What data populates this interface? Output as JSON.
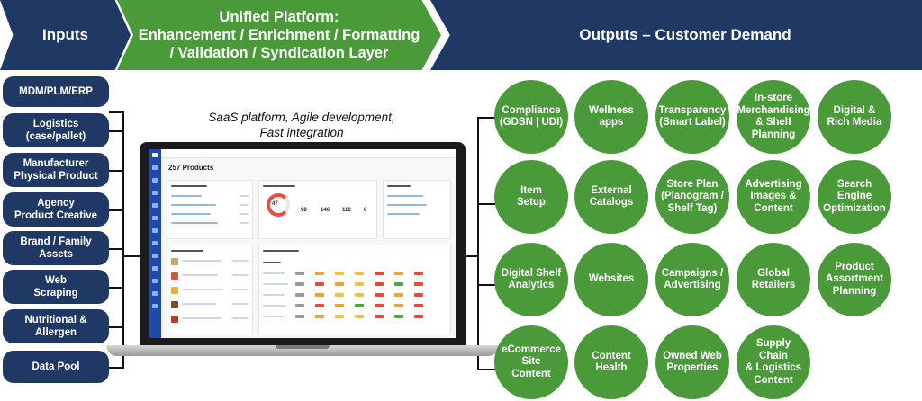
{
  "header": {
    "inputs": "Inputs",
    "platform_lines": [
      "Unified Platform:",
      "Enhancement / Enrichment / Formatting",
      "/ Validation / Syndication Layer"
    ],
    "outputs": "Outputs – Customer Demand"
  },
  "inputs": [
    [
      "MDM/PLM/ERP"
    ],
    [
      "Logistics",
      "(case/pallet)"
    ],
    [
      "Manufacturer",
      "Physical Product"
    ],
    [
      "Agency",
      "Product Creative"
    ],
    [
      "Brand / Family",
      "Assets"
    ],
    [
      "Web",
      "Scraping"
    ],
    [
      "Nutritional &",
      "Allergen"
    ],
    [
      "Data Pool"
    ]
  ],
  "tagline_lines": [
    "SaaS platform, Agile development,",
    "Fast integration"
  ],
  "laptop": {
    "title": "257 Products",
    "ring_value": "47",
    "stats": [
      "98",
      "146",
      "112",
      "0"
    ]
  },
  "outputs": [
    [
      [
        "Compliance",
        "(GDSN | UDI)"
      ],
      [
        "Wellness",
        "apps"
      ],
      [
        "Transparency",
        "(Smart Label)"
      ],
      [
        "In-store",
        "Merchandising",
        "& Shelf",
        "Planning"
      ],
      [
        "Digital &",
        "Rich Media"
      ]
    ],
    [
      [
        "Item",
        "Setup"
      ],
      [
        "External",
        "Catalogs"
      ],
      [
        "Store Plan",
        "(Planogram /",
        "Shelf Tag)"
      ],
      [
        "Advertising",
        "Images &",
        "Content"
      ],
      [
        "Search",
        "Engine",
        "Optimization"
      ]
    ],
    [
      [
        "Digital Shelf",
        "Analytics"
      ],
      [
        "Websites"
      ],
      [
        "Campaigns /",
        "Advertising"
      ],
      [
        "Global",
        "Retailers"
      ],
      [
        "Product",
        "Assortment",
        "Planning"
      ]
    ],
    [
      [
        "eCommerce",
        "Site",
        "Content"
      ],
      [
        "Content",
        "Health"
      ],
      [
        "Owned Web",
        "Properties"
      ],
      [
        "Supply Chain",
        "& Logistics",
        "Content"
      ]
    ]
  ]
}
